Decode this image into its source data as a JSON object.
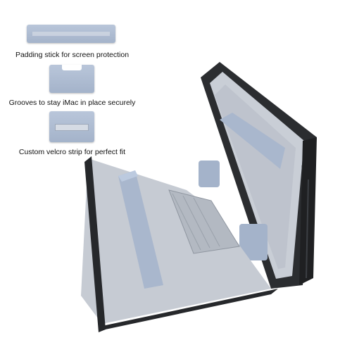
{
  "features": [
    {
      "icon": "padding-stick-icon",
      "caption": "Padding stick for screen protection"
    },
    {
      "icon": "grooved-pad-icon",
      "caption": "Grooves to stay iMac in place securely"
    },
    {
      "icon": "velcro-strip-icon",
      "caption": "Custom velcro strip for perfect fit"
    }
  ],
  "colors": {
    "case_shell": "#2b2d30",
    "lining": "#c9ced6",
    "padding": "#a9b7cd",
    "velcro": "#d5dbe4"
  }
}
